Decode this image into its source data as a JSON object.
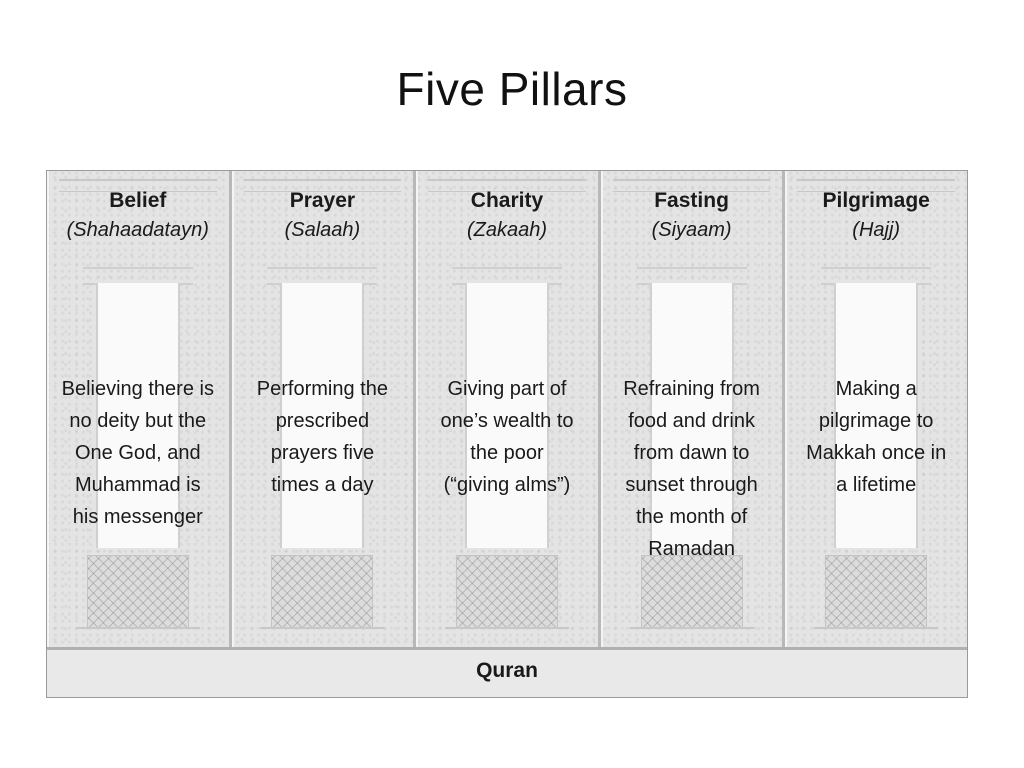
{
  "slide": {
    "title": "Five Pillars"
  },
  "diagram": {
    "pillars": [
      {
        "name": "Belief",
        "term": "(Shahaadatayn)",
        "description": "Believing there is\nno deity but the\nOne God, and\nMuhammad is\nhis messenger"
      },
      {
        "name": "Prayer",
        "term": "(Salaah)",
        "description": "Performing the\nprescribed\nprayers five\ntimes a day"
      },
      {
        "name": "Charity",
        "term": "(Zakaah)",
        "description": "Giving part of\none’s wealth to\nthe poor\n(“giving alms”)"
      },
      {
        "name": "Fasting",
        "term": "(Siyaam)",
        "description": "Refraining from\nfood and drink\nfrom dawn to\nsunset through\nthe month of\nRamadan"
      },
      {
        "name": "Pilgrimage",
        "term": "(Hajj)",
        "description": "Making a\npilgrimage to\nMakkah once in\na lifetime"
      }
    ],
    "foundation": "Quran"
  }
}
